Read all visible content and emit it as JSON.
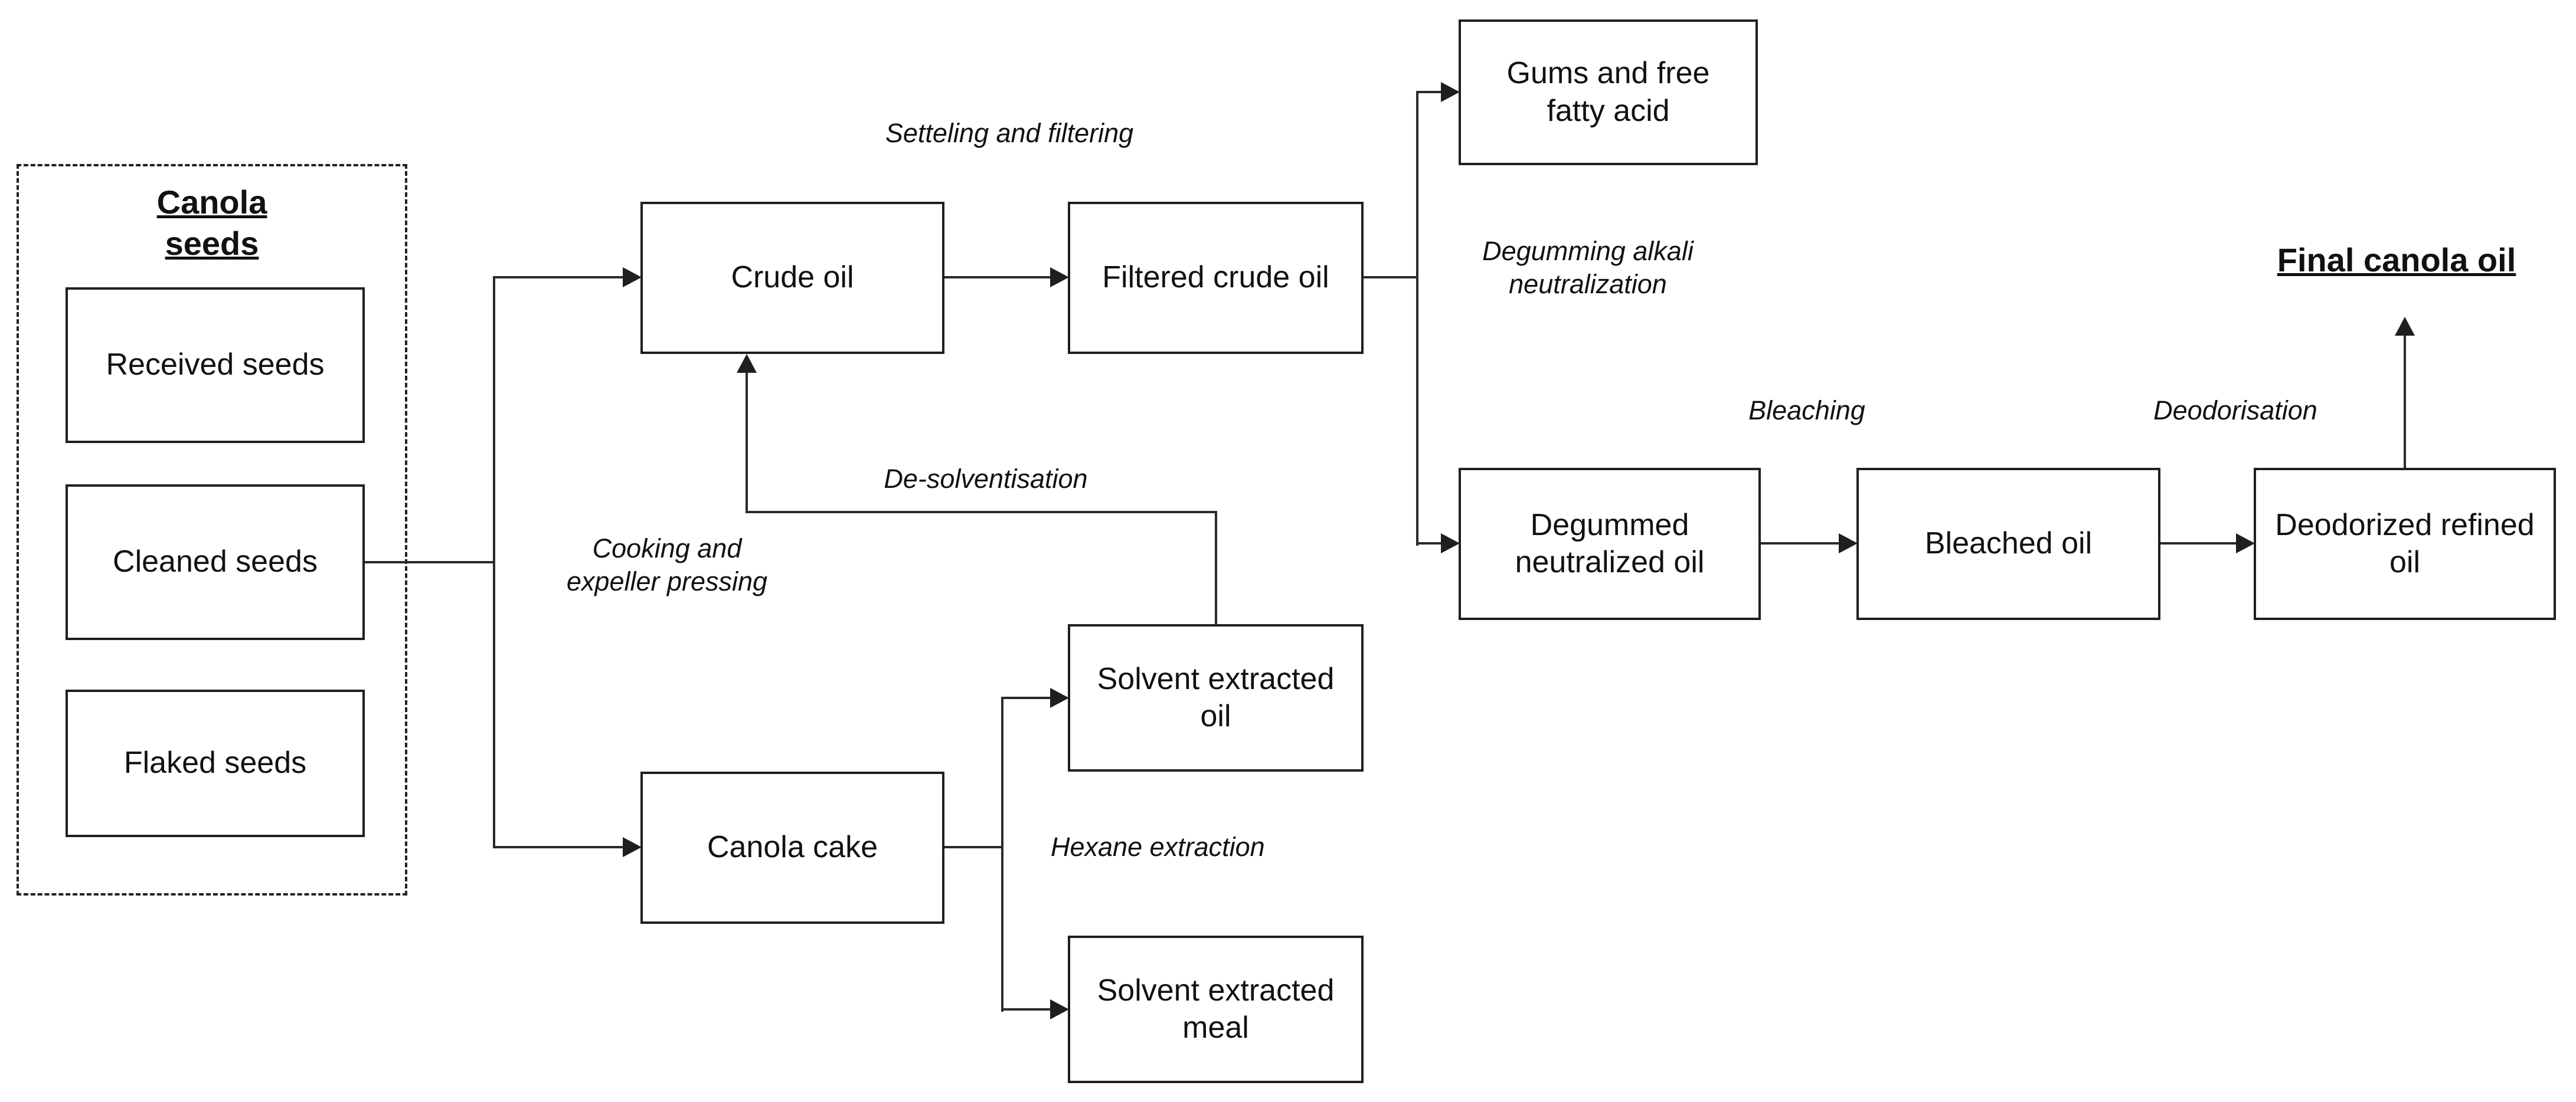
{
  "diagram": {
    "group_title": "Canola seeds",
    "final_title": "Final canola oil",
    "nodes": {
      "received_seeds": "Received seeds",
      "cleaned_seeds": "Cleaned seeds",
      "flaked_seeds": "Flaked seeds",
      "crude_oil": "Crude oil",
      "filtered_crude_oil": "Filtered crude oil",
      "gums_free_fatty_acid": "Gums and free fatty acid",
      "degummed_neutralized_oil": "Degummed neutralized oil",
      "bleached_oil": "Bleached oil",
      "deodorized_refined_oil": "Deodorized refined oil",
      "canola_cake": "Canola cake",
      "solvent_extracted_oil": "Solvent extracted oil",
      "solvent_extracted_meal": "Solvent extracted meal"
    },
    "process_labels": {
      "settling_filtering": "Setteling and filtering",
      "cooking_pressing": "Cooking and expeller pressing",
      "degumming_alkali": "Degumming alkali neutralization",
      "bleaching": "Bleaching",
      "deodorisation": "Deodorisation",
      "desolventisation": "De-solventisation",
      "hexane_extraction": "Hexane extraction"
    },
    "colors": {
      "line": "#2a2a2a",
      "border": "#1f1f1f",
      "text": "#111111",
      "background": "#ffffff"
    }
  }
}
